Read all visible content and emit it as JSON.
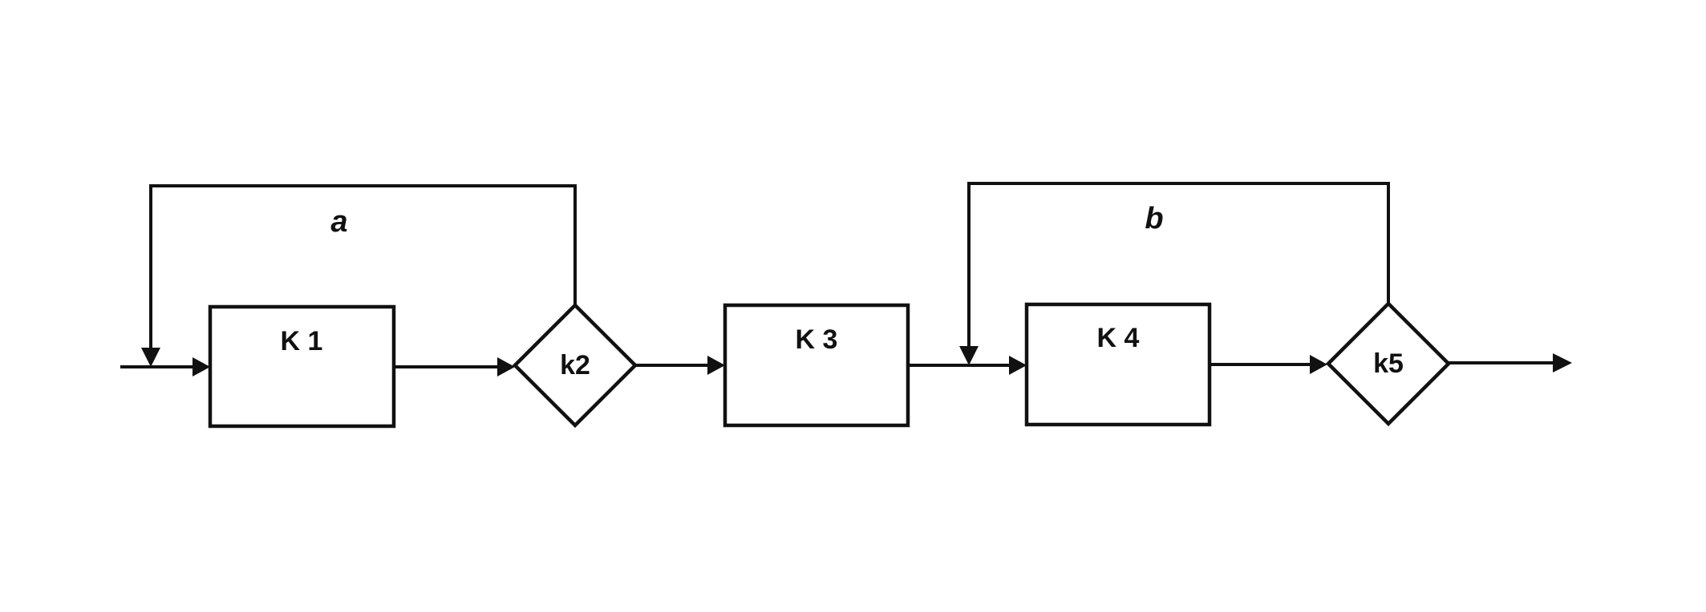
{
  "diagram": {
    "type": "block-flow",
    "nodes": [
      {
        "id": "K1",
        "shape": "rectangle",
        "label": "K 1"
      },
      {
        "id": "k2",
        "shape": "diamond",
        "label": "k2"
      },
      {
        "id": "K3",
        "shape": "rectangle",
        "label": "K 3"
      },
      {
        "id": "K4",
        "shape": "rectangle",
        "label": "K 4"
      },
      {
        "id": "k5",
        "shape": "diamond",
        "label": "k5"
      }
    ],
    "edges": [
      {
        "from": "input",
        "to": "K1"
      },
      {
        "from": "K1",
        "to": "k2"
      },
      {
        "from": "k2",
        "to": "K3"
      },
      {
        "from": "K3",
        "to": "K4"
      },
      {
        "from": "K4",
        "to": "k5"
      },
      {
        "from": "k5",
        "to": "output"
      },
      {
        "from": "k2",
        "to": "K1-input",
        "type": "feedback",
        "label": "a"
      },
      {
        "from": "k5",
        "to": "K4-input",
        "type": "feedback",
        "label": "b"
      }
    ],
    "loop_labels": {
      "a": "a",
      "b": "b"
    },
    "colors": {
      "stroke": "#111111",
      "background": "#ffffff"
    }
  }
}
